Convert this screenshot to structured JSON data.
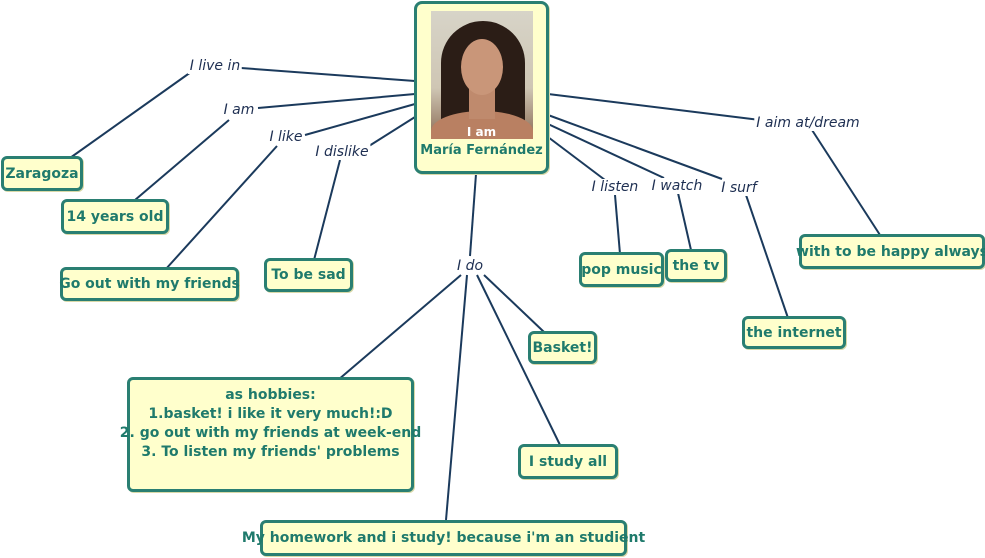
{
  "colors": {
    "node_fill": "#ffffcc",
    "node_border": "#2a7f72",
    "node_text": "#1f7a6c",
    "link_text": "#1e2f52",
    "link_line": "#1b3a5c"
  },
  "center": {
    "name": "María Fernández",
    "photo_caption": "I am",
    "photo_icon": "portrait-photo-icon"
  },
  "links": {
    "live_in": "I live in",
    "i_am": "I am",
    "like": "I like",
    "dislike": "I dislike",
    "do": "I do",
    "listen": "I listen",
    "watch": "I watch",
    "surf": "I surf",
    "aim": "I aim at/dream"
  },
  "nodes": {
    "zaragoza": "Zaragoza",
    "age": "14 years old",
    "friends": "Go out with my friends",
    "sad": "To be sad",
    "hobbies": {
      "title": "as hobbies:",
      "line1": "1.basket! i like it very much!:D",
      "line2": "2. go out with my friends at week-end",
      "line3": "3. To listen my friends' problems"
    },
    "homework": "My homework and i study! because i'm an studient",
    "basket": "Basket!",
    "study": "I study all",
    "pop": "pop music",
    "tv": "the tv",
    "internet": "the internet",
    "happy": "with to be happy always"
  }
}
